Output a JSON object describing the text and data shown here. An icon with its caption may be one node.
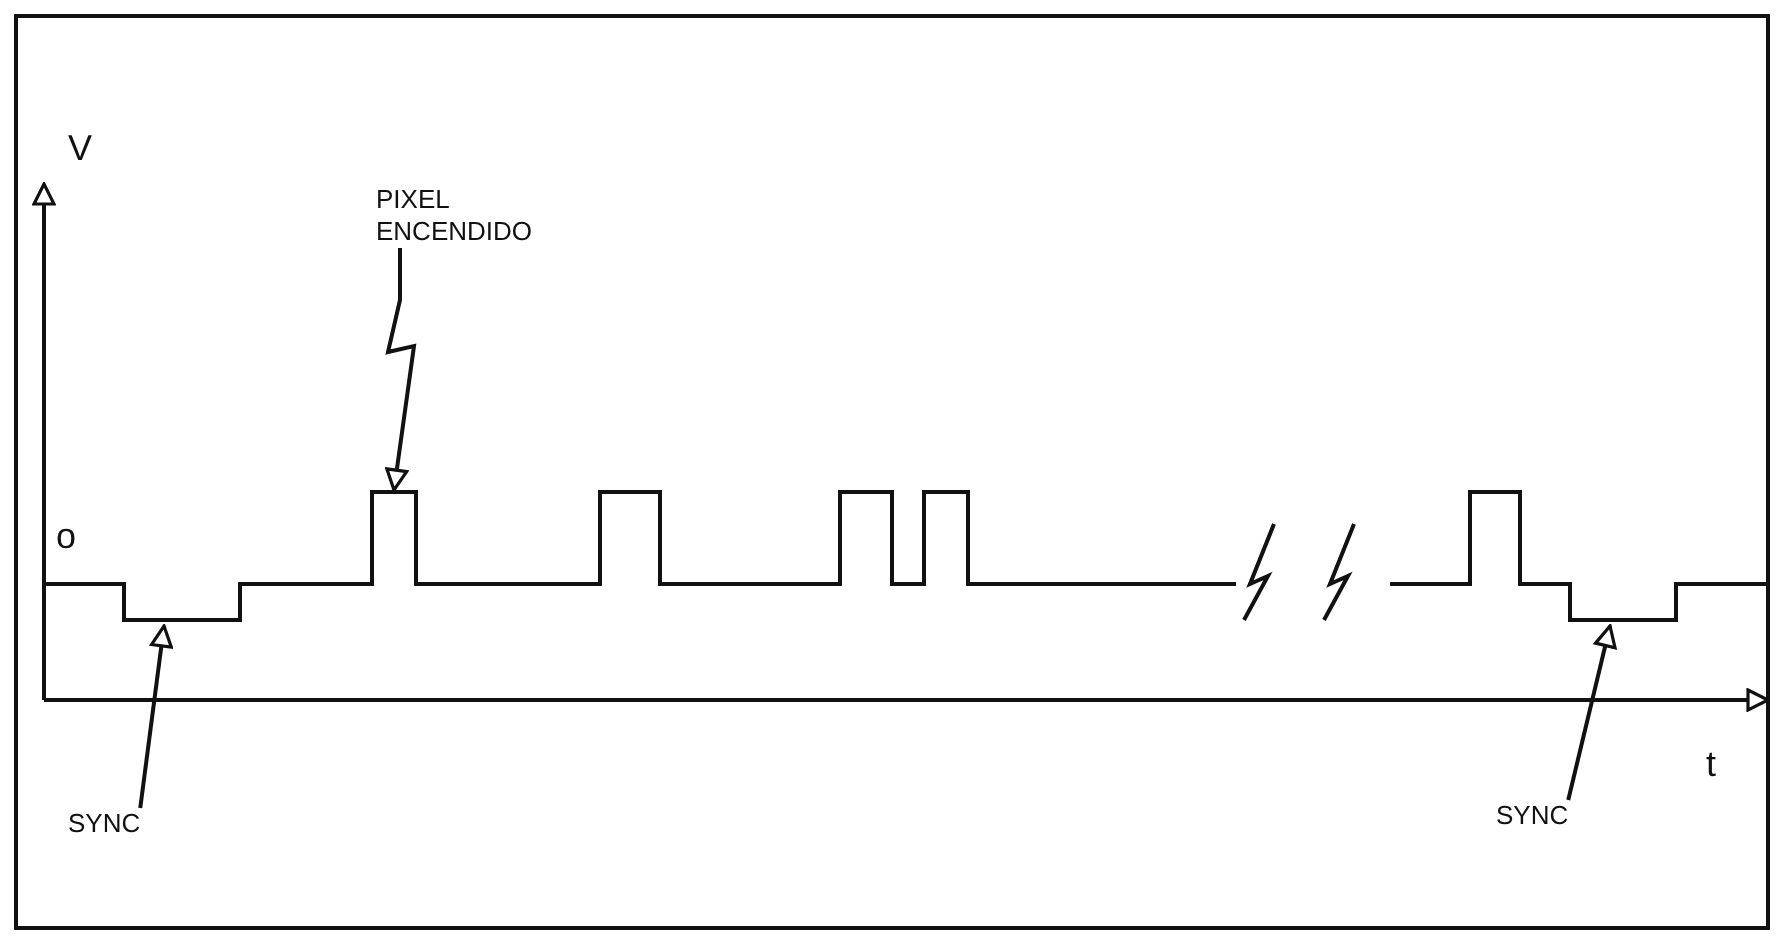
{
  "diagram": {
    "nodes": [
      {
        "text": [
          "PIXEL ENCENDIDO"
        ]
      },
      {
        "text": [
          "SYNC"
        ]
      },
      {
        "text": [
          "SYNC"
        ]
      },
      {
        "text": [],
        "shape": "picture"
      }
    ],
    "edges": [
      {
        "from": 0,
        "to": 3,
        "arrow": "to"
      },
      {
        "from": 1,
        "to": 3,
        "arrow": "to"
      },
      {
        "from": 2,
        "to": 3,
        "arrow": "to"
      }
    ],
    "labels": [
      "V",
      "o",
      "t"
    ]
  }
}
